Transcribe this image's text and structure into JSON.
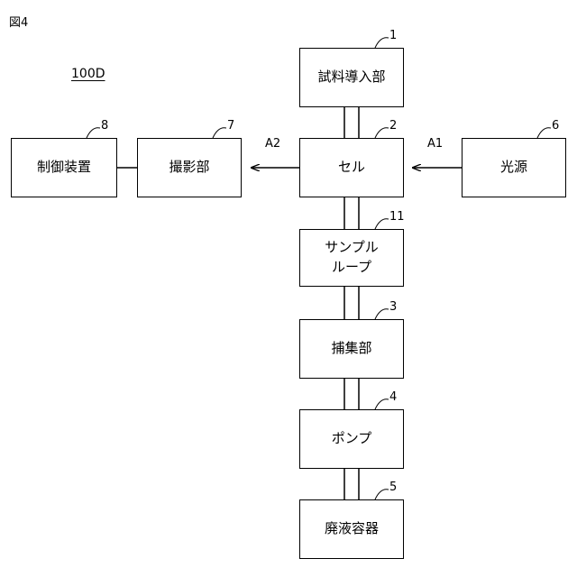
{
  "figure": {
    "title": "図4",
    "system_label": "100D"
  },
  "blocks": {
    "sample_inlet": {
      "label": "試料導入部",
      "ref": "1"
    },
    "cell": {
      "label": "セル",
      "ref": "2"
    },
    "capture": {
      "label": "捕集部",
      "ref": "3"
    },
    "pump": {
      "label": "ポンプ",
      "ref": "4"
    },
    "waste": {
      "label": "廃液容器",
      "ref": "5"
    },
    "light_source": {
      "label": "光源",
      "ref": "6"
    },
    "imaging": {
      "label": "撮影部",
      "ref": "7"
    },
    "controller": {
      "label": "制御装置",
      "ref": "8"
    },
    "sample_loop": {
      "label": "サンプル\nループ",
      "ref": "11"
    }
  },
  "flows": {
    "a1": "A1",
    "a2": "A2"
  }
}
